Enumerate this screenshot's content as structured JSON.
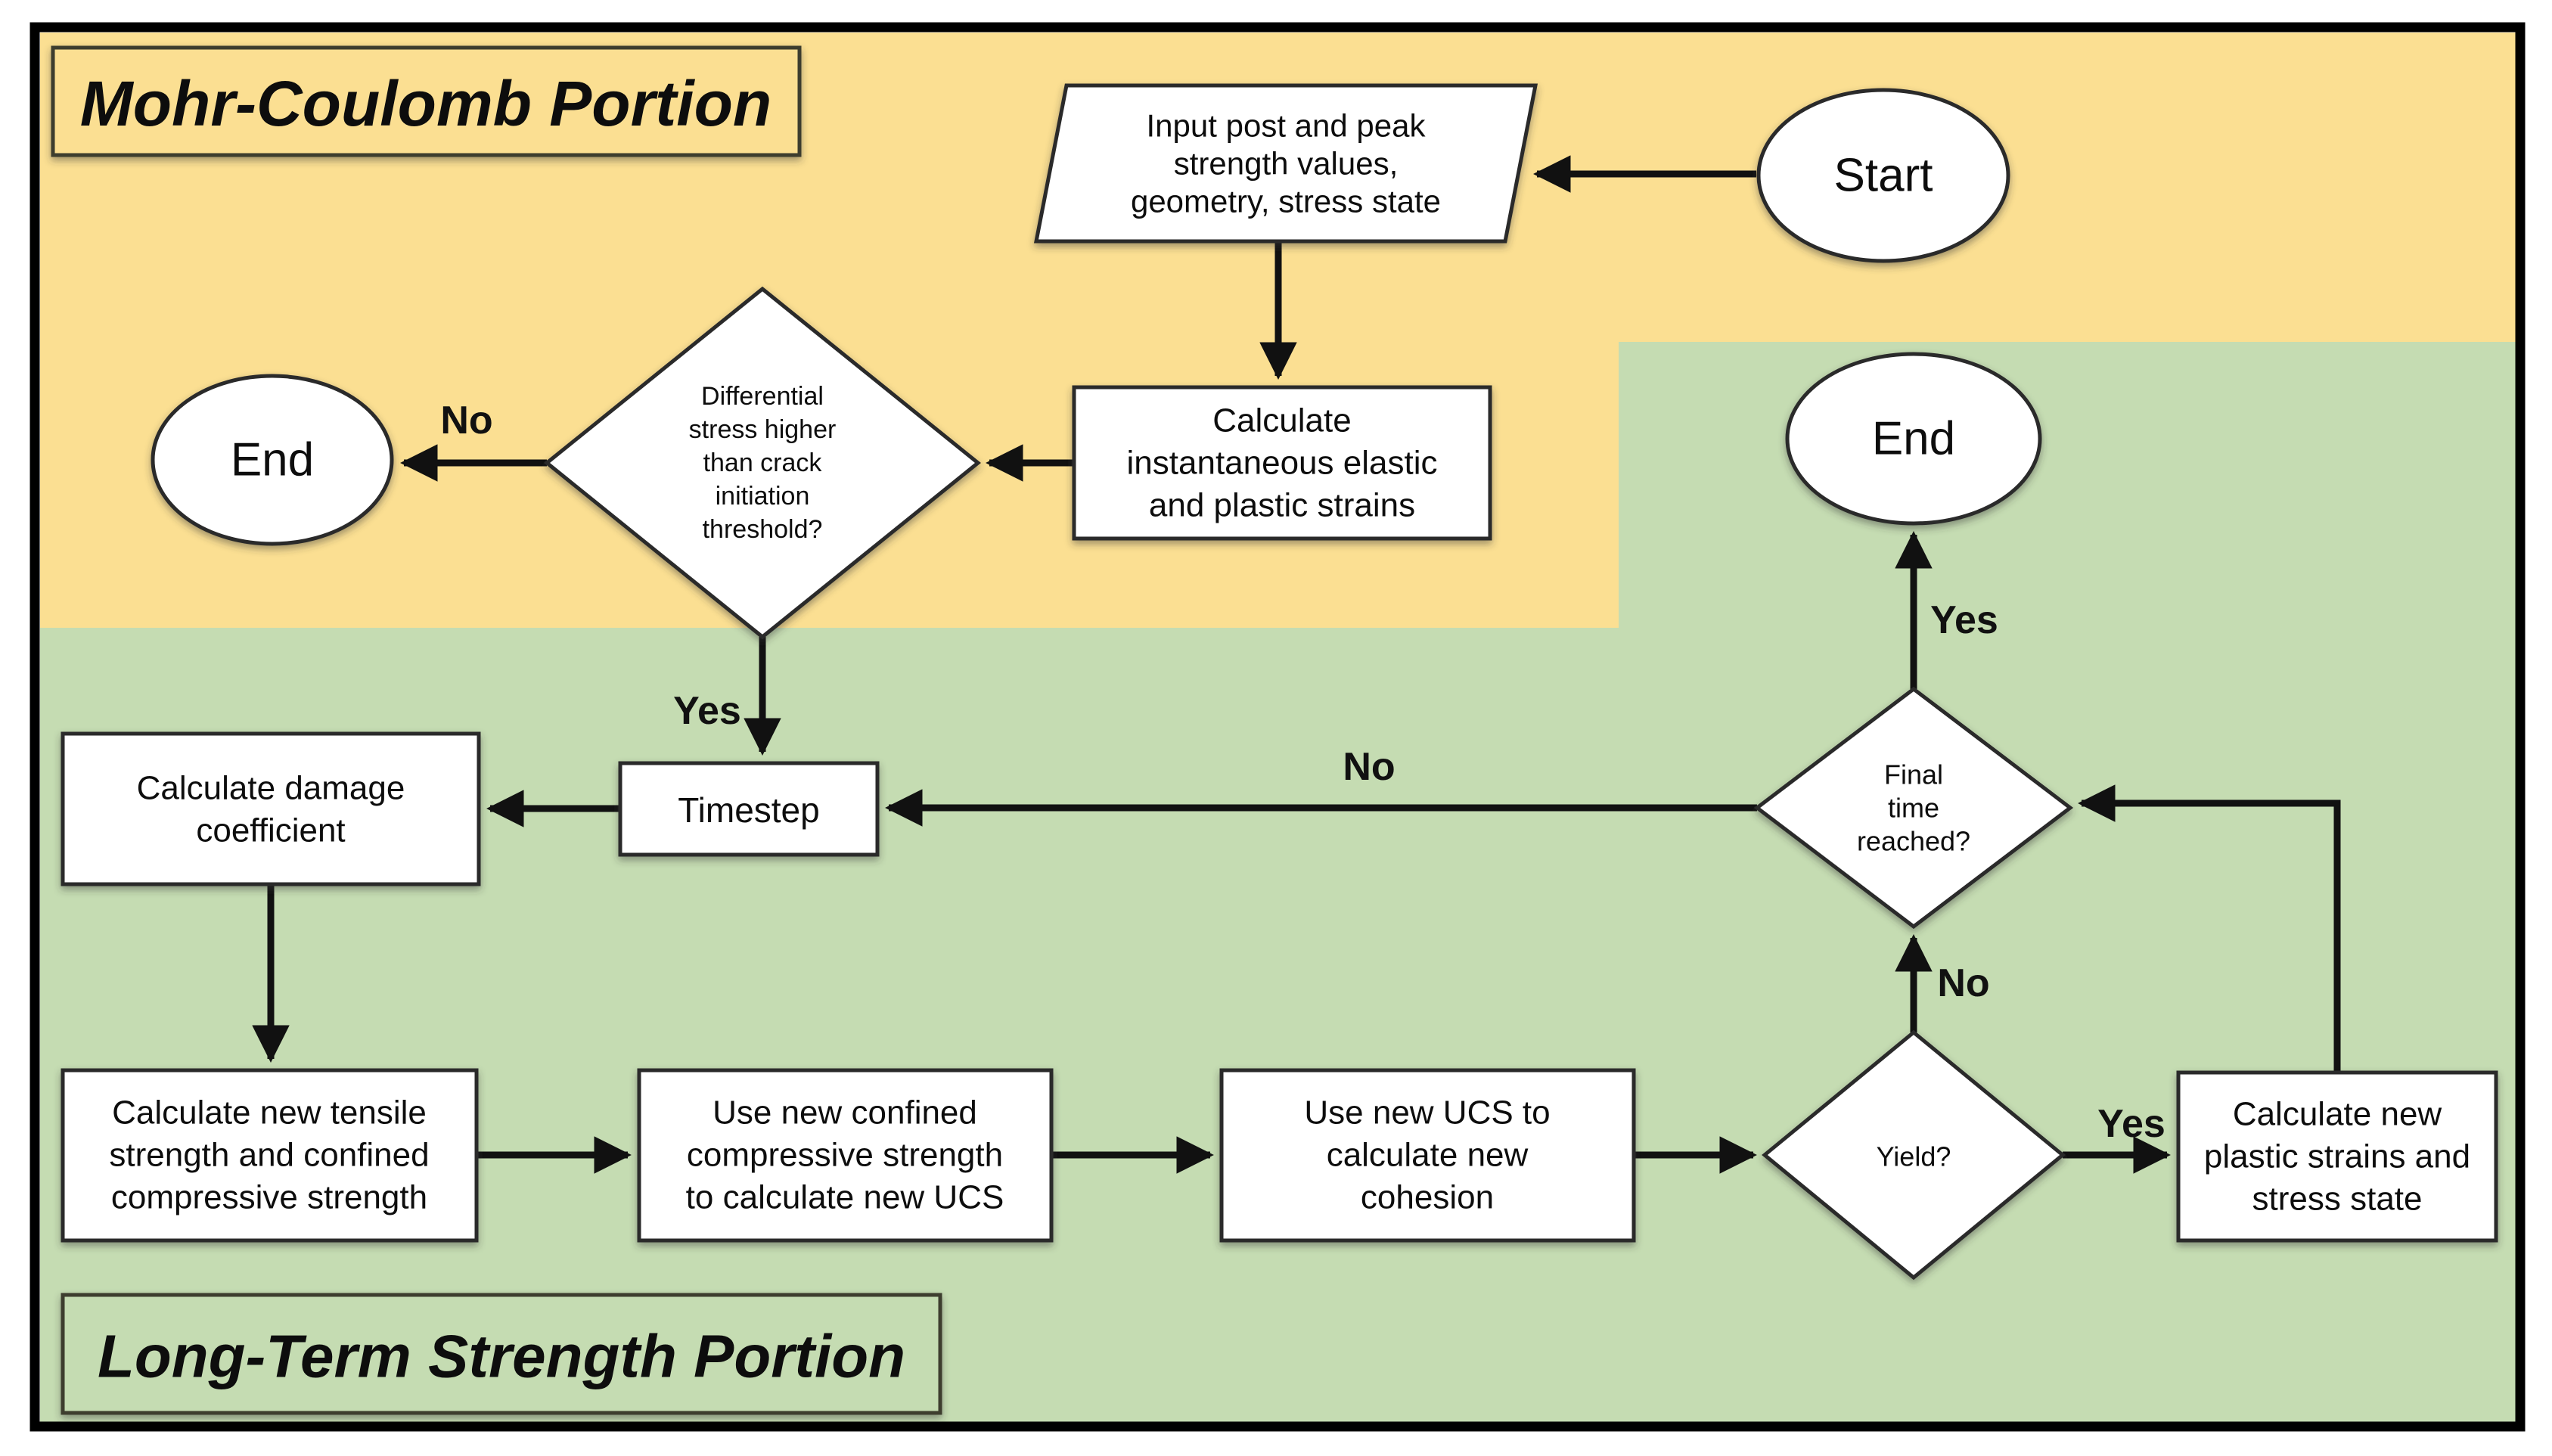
{
  "regions": {
    "mohr_coulomb": {
      "label": "Mohr-Coulomb Portion"
    },
    "long_term": {
      "label": "Long-Term Strength Portion"
    }
  },
  "colors": {
    "mohr_coulomb_bg": "#FBDF92",
    "long_term_bg": "#C5DCB2",
    "shape_fill": "#FFFFFF",
    "line": "#111111"
  },
  "nodes": {
    "start": {
      "shape": "ellipse",
      "label": "Start"
    },
    "input_values": {
      "shape": "parallelogram",
      "lines": [
        "Input post and peak",
        "strength values,",
        "geometry, stress state"
      ]
    },
    "calc_instantaneous": {
      "shape": "rect",
      "lines": [
        "Calculate",
        "instantaneous elastic",
        "and plastic strains"
      ]
    },
    "diff_stress_check": {
      "shape": "diamond",
      "lines": [
        "Differential",
        "stress higher",
        "than crack",
        "initiation",
        "threshold?"
      ]
    },
    "end_mc": {
      "shape": "ellipse",
      "label": "End"
    },
    "timestep": {
      "shape": "rect",
      "label": "Timestep"
    },
    "calc_damage": {
      "shape": "rect",
      "lines": [
        "Calculate damage",
        "coefficient"
      ]
    },
    "calc_tensile": {
      "shape": "rect",
      "lines": [
        "Calculate new tensile",
        "strength and confined",
        "compressive strength"
      ]
    },
    "use_confined": {
      "shape": "rect",
      "lines": [
        "Use new confined",
        "compressive strength",
        "to calculate new UCS"
      ]
    },
    "use_ucs": {
      "shape": "rect",
      "lines": [
        "Use new UCS to",
        "calculate new",
        "cohesion"
      ]
    },
    "yield_check": {
      "shape": "diamond",
      "label": "Yield?"
    },
    "calc_plastic": {
      "shape": "rect",
      "lines": [
        "Calculate new",
        "plastic strains and",
        "stress state"
      ]
    },
    "final_time_check": {
      "shape": "diamond",
      "lines": [
        "Final",
        "time",
        "reached?"
      ]
    },
    "end_lt": {
      "shape": "ellipse",
      "label": "End"
    }
  },
  "edge_labels": {
    "diff_no": "No",
    "diff_yes": "Yes",
    "final_no": "No",
    "final_yes": "Yes",
    "yield_no": "No",
    "yield_yes": "Yes"
  }
}
